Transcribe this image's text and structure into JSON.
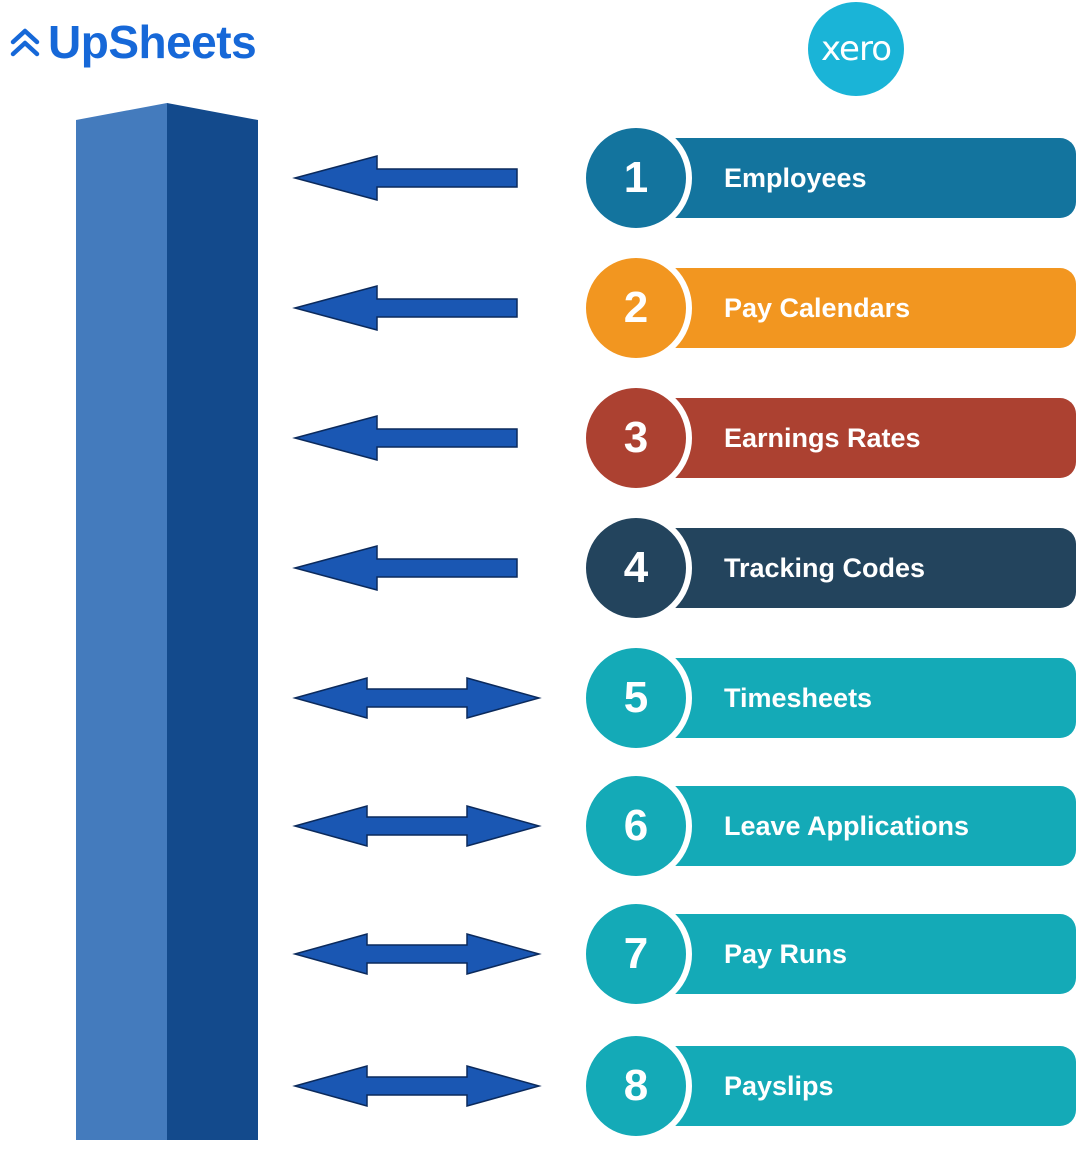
{
  "brand": {
    "name": "UpSheets",
    "color": "#1668d8"
  },
  "partner": {
    "name": "xero",
    "color": "#1ab4d7"
  },
  "pillar": {
    "light": "#447bbd",
    "dark": "#134a8c"
  },
  "items": [
    {
      "number": "1",
      "label": "Employees",
      "color": "#13749e",
      "direction": "one-way"
    },
    {
      "number": "2",
      "label": "Pay Calendars",
      "color": "#f29620",
      "direction": "one-way"
    },
    {
      "number": "3",
      "label": "Earnings Rates",
      "color": "#ac4131",
      "direction": "one-way"
    },
    {
      "number": "4",
      "label": "Tracking Codes",
      "color": "#23445d",
      "direction": "one-way"
    },
    {
      "number": "5",
      "label": "Timesheets",
      "color": "#14aab7",
      "direction": "two-way"
    },
    {
      "number": "6",
      "label": "Leave Applications",
      "color": "#14aab7",
      "direction": "two-way"
    },
    {
      "number": "7",
      "label": "Pay Runs",
      "color": "#14aab7",
      "direction": "two-way"
    },
    {
      "number": "8",
      "label": "Payslips",
      "color": "#14aab7",
      "direction": "two-way"
    }
  ]
}
